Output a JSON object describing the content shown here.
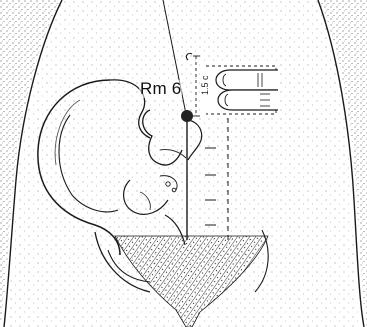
{
  "point": {
    "label": "Rm 6"
  },
  "measurement": {
    "label": "1.5 c"
  },
  "icons": {
    "acupoint_marker": "filled-circle",
    "finger_measure": "two-finger-width-hand"
  },
  "colors": {
    "ink": "#1a1a1a",
    "paper": "#ffffff"
  }
}
